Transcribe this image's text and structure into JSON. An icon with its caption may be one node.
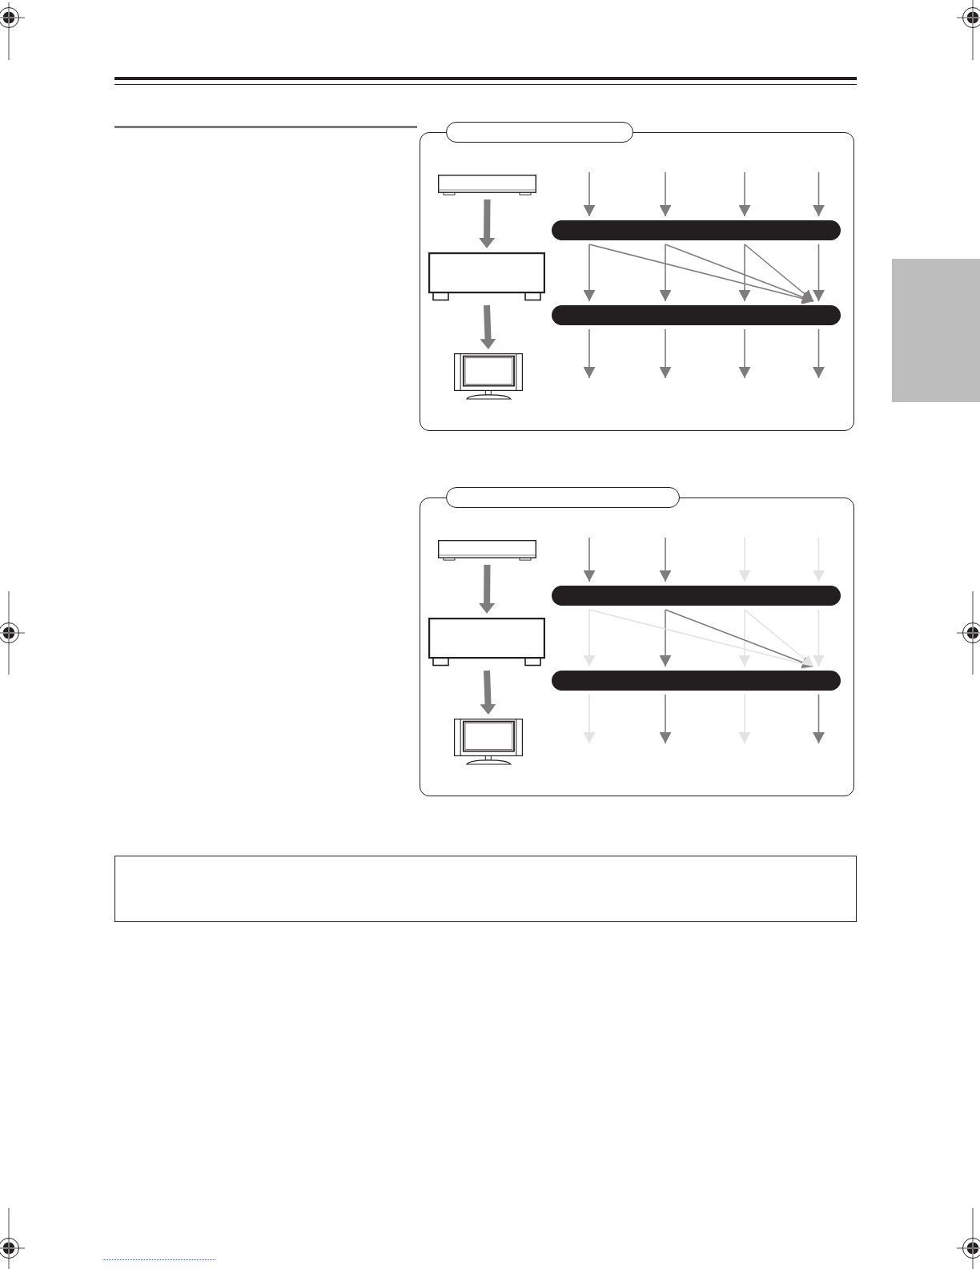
{
  "diagram": {
    "nodes": [
      {
        "text": [],
        "shape": "box"
      },
      {
        "text": [],
        "shape": "box"
      },
      {
        "text": [],
        "shape": "picture",
        "in": 1
      },
      {
        "text": [],
        "shape": "box",
        "in": 1
      },
      {
        "text": [],
        "shape": "picture",
        "in": 1
      },
      {
        "text": [],
        "shape": "bar",
        "in": 1
      },
      {
        "text": [],
        "shape": "bar",
        "in": 1
      },
      {
        "text": [],
        "shape": "box"
      },
      {
        "text": [],
        "shape": "box"
      },
      {
        "text": [],
        "shape": "box"
      },
      {
        "text": [],
        "shape": "picture",
        "in": 9
      },
      {
        "text": [],
        "shape": "box",
        "in": 9
      },
      {
        "text": [],
        "shape": "picture",
        "in": 9
      },
      {
        "text": [],
        "shape": "bar",
        "in": 9
      },
      {
        "text": [],
        "shape": "bar",
        "in": 9
      }
    ],
    "edges": [
      {
        "from": 2,
        "to": 3,
        "arrow": "to",
        "style": "thick"
      },
      {
        "from": 3,
        "to": 4,
        "arrow": "to",
        "style": "thick"
      },
      {
        "from": null,
        "to": 5,
        "arrow": "to"
      },
      {
        "from": null,
        "to": 5,
        "arrow": "to"
      },
      {
        "from": null,
        "to": 5,
        "arrow": "to"
      },
      {
        "from": null,
        "to": 5,
        "arrow": "to"
      },
      {
        "from": 5,
        "to": 6,
        "arrow": "to"
      },
      {
        "from": 5,
        "to": 6,
        "arrow": "to"
      },
      {
        "from": 5,
        "to": 6,
        "arrow": "to"
      },
      {
        "from": 5,
        "to": 6,
        "arrow": "to"
      },
      {
        "from": 5,
        "to": 6,
        "arrow": "to"
      },
      {
        "from": 5,
        "to": 6,
        "arrow": "to"
      },
      {
        "from": 5,
        "to": 6,
        "arrow": "to"
      },
      {
        "from": 6,
        "to": null,
        "arrow": "to"
      },
      {
        "from": 6,
        "to": null,
        "arrow": "to"
      },
      {
        "from": 6,
        "to": null,
        "arrow": "to"
      },
      {
        "from": 6,
        "to": null,
        "arrow": "to"
      },
      {
        "from": 10,
        "to": 11,
        "arrow": "to",
        "style": "thick"
      },
      {
        "from": 11,
        "to": 12,
        "arrow": "to",
        "style": "thick"
      },
      {
        "from": null,
        "to": 13,
        "arrow": "to"
      },
      {
        "from": null,
        "to": 13,
        "arrow": "to"
      },
      {
        "from": null,
        "to": 13,
        "arrow": "to",
        "color": "#e3e3e3"
      },
      {
        "from": null,
        "to": 13,
        "arrow": "to",
        "color": "#e3e3e3"
      },
      {
        "from": 13,
        "to": 14,
        "arrow": "to",
        "color": "#e3e3e3"
      },
      {
        "from": 13,
        "to": 14,
        "arrow": "to"
      },
      {
        "from": 13,
        "to": 14,
        "arrow": "to",
        "color": "#e3e3e3"
      },
      {
        "from": 13,
        "to": 14,
        "arrow": "to",
        "color": "#e3e3e3"
      },
      {
        "from": 13,
        "to": 14,
        "arrow": "to",
        "color": "#e3e3e3"
      },
      {
        "from": 13,
        "to": 14,
        "arrow": "to"
      },
      {
        "from": 13,
        "to": 14,
        "arrow": "to",
        "color": "#e3e3e3"
      },
      {
        "from": 14,
        "to": null,
        "arrow": "to",
        "color": "#e3e3e3"
      },
      {
        "from": 14,
        "to": null,
        "arrow": "to"
      },
      {
        "from": 14,
        "to": null,
        "arrow": "to",
        "color": "#e3e3e3"
      },
      {
        "from": 14,
        "to": null,
        "arrow": "to"
      }
    ]
  }
}
